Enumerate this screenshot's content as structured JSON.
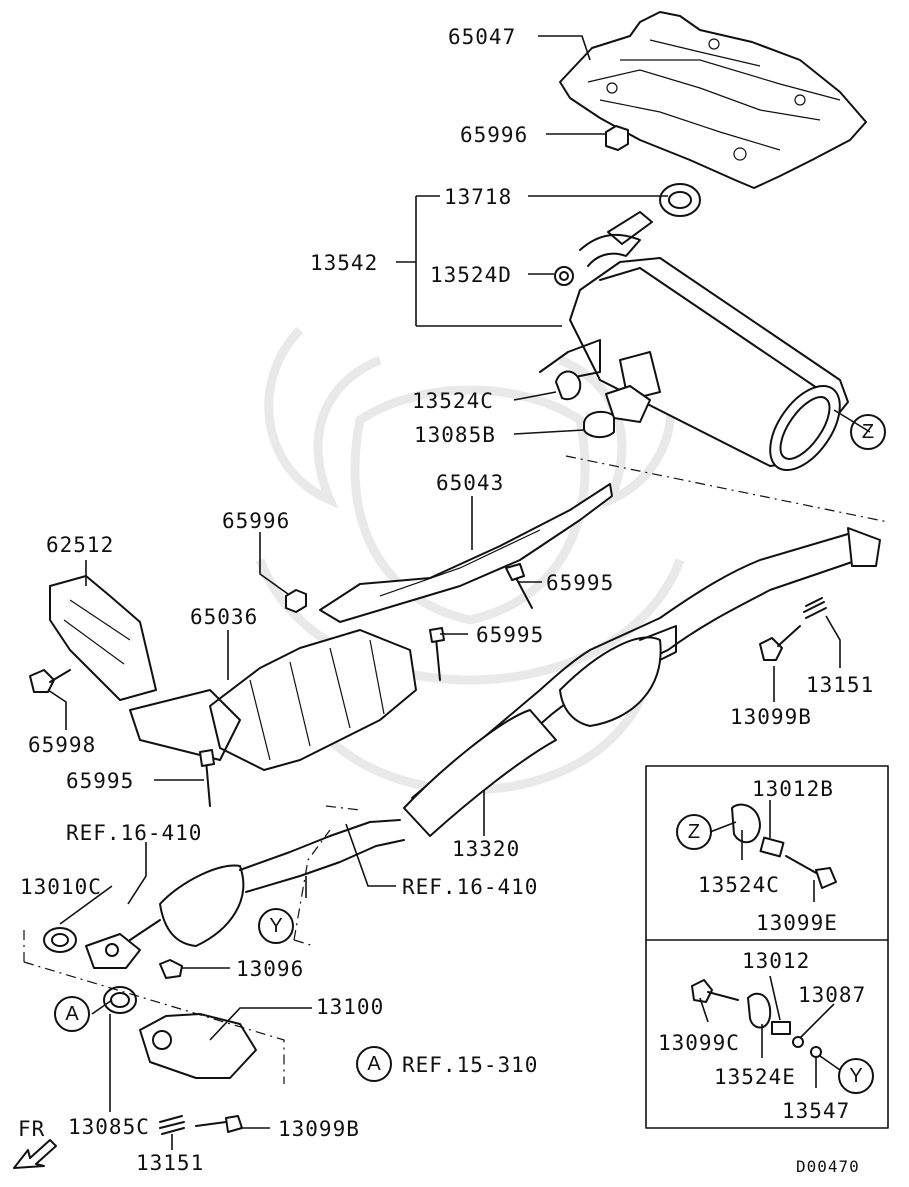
{
  "callouts": {
    "p65047": "65047",
    "p65996_top": "65996",
    "p13718": "13718",
    "p13542": "13542",
    "p13524D": "13524D",
    "p13524C_top": "13524C",
    "p13085B": "13085B",
    "p65043": "65043",
    "p65996_mid": "65996",
    "p62512": "62512",
    "p65995_a": "65995",
    "p65036": "65036",
    "p65995_b": "65995",
    "p65998": "65998",
    "p65995_c": "65995",
    "p13151_right": "13151",
    "p13099B_right": "13099B",
    "p13320": "13320",
    "ref_16_410_left": "REF.16-410",
    "ref_16_410_right": "REF.16-410",
    "p13010C": "13010C",
    "p13096": "13096",
    "p13100": "13100",
    "ref_15_310": "REF.15-310",
    "p13085C": "13085C",
    "p13099B_bottom": "13099B",
    "p13151_bottom": "13151",
    "fr": "FR"
  },
  "inset_upper": {
    "p13012B": "13012B",
    "p13524C": "13524C",
    "p13099E": "13099E"
  },
  "inset_lower": {
    "p13012": "13012",
    "p13087": "13087",
    "p13099C": "13099C",
    "p13524E": "13524E",
    "p13547": "13547"
  },
  "markers": {
    "z_main": "Z",
    "z_inset": "Z",
    "y_main": "Y",
    "y_inset": "Y",
    "a_left": "A",
    "a_ref": "A"
  },
  "diagram_code": "D00470"
}
